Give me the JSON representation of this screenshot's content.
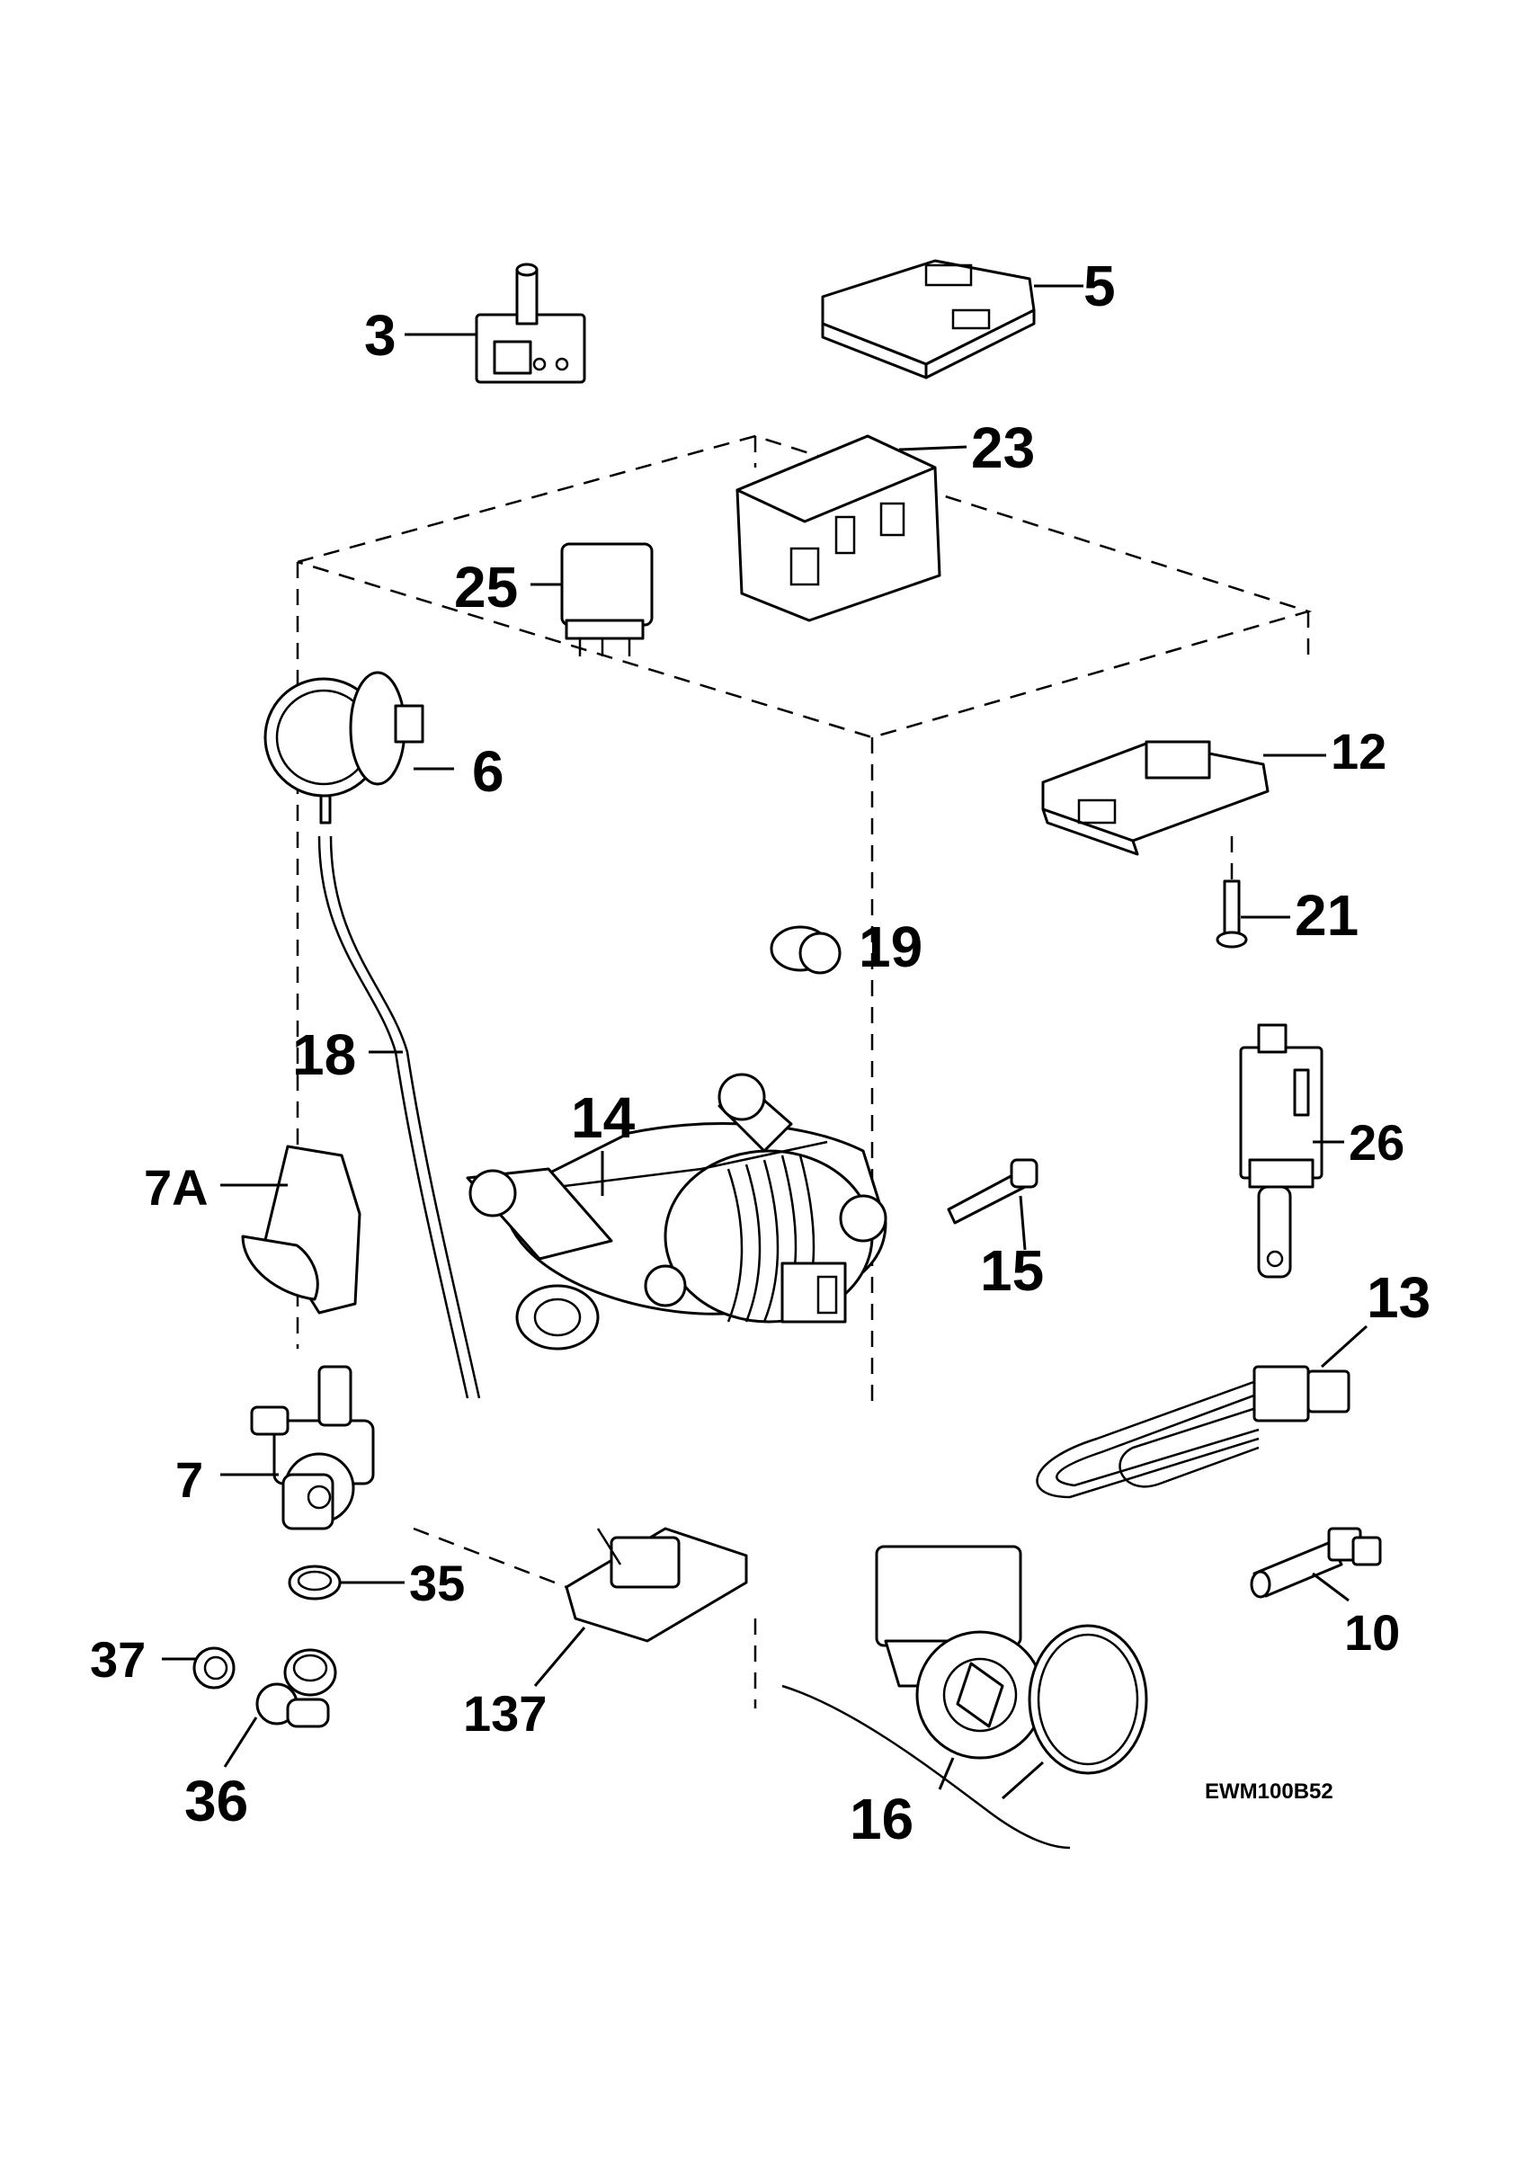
{
  "drawing_code": "EWM100B52",
  "parts": [
    {
      "id": "p3",
      "label": "3"
    },
    {
      "id": "p5",
      "label": "5"
    },
    {
      "id": "p23",
      "label": "23"
    },
    {
      "id": "p25",
      "label": "25"
    },
    {
      "id": "p6",
      "label": "6"
    },
    {
      "id": "p12",
      "label": "12"
    },
    {
      "id": "p21",
      "label": "21"
    },
    {
      "id": "p19",
      "label": "19"
    },
    {
      "id": "p18",
      "label": "18"
    },
    {
      "id": "p14",
      "label": "14"
    },
    {
      "id": "p26",
      "label": "26"
    },
    {
      "id": "p7A",
      "label": "7A"
    },
    {
      "id": "p15",
      "label": "15"
    },
    {
      "id": "p13",
      "label": "13"
    },
    {
      "id": "p7",
      "label": "7"
    },
    {
      "id": "p35",
      "label": "35"
    },
    {
      "id": "p10",
      "label": "10"
    },
    {
      "id": "p37",
      "label": "37"
    },
    {
      "id": "p137",
      "label": "137"
    },
    {
      "id": "p36",
      "label": "36"
    },
    {
      "id": "p16",
      "label": "16"
    }
  ]
}
